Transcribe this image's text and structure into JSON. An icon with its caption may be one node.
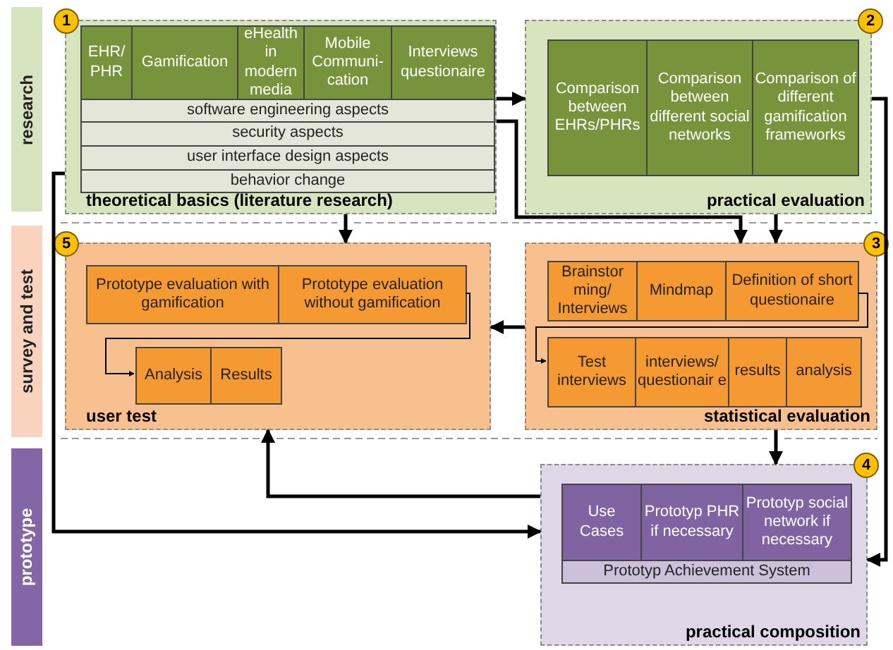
{
  "diagram": {
    "nodes": [
      {
        "text": [
          "research"
        ]
      },
      {
        "text": [
          "survey and test"
        ]
      },
      {
        "text": [
          "prototype"
        ]
      },
      {
        "text": [
          "1",
          "theoretical basics (literature research)"
        ]
      },
      {
        "text": [
          "EHR/ PHR"
        ],
        "in": 3
      },
      {
        "text": [
          "Gamification"
        ],
        "in": 3
      },
      {
        "text": [
          "eHealth in modern media"
        ],
        "in": 3
      },
      {
        "text": [
          "Mobile Communi- cation"
        ],
        "in": 3
      },
      {
        "text": [
          "Interviews questionaire"
        ],
        "in": 3
      },
      {
        "text": [
          "software engineering aspects"
        ],
        "in": 3
      },
      {
        "text": [
          "security aspects"
        ],
        "in": 3
      },
      {
        "text": [
          "user interface design aspects"
        ],
        "in": 3
      },
      {
        "text": [
          "behavior change"
        ],
        "in": 3
      },
      {
        "text": [
          "2",
          "practical evaluation"
        ]
      },
      {
        "text": [
          "Comparison between EHRs/PHRs"
        ],
        "in": 13
      },
      {
        "text": [
          "Comparison between different social networks"
        ],
        "in": 13
      },
      {
        "text": [
          "Comparison of different gamification frameworks"
        ],
        "in": 13
      },
      {
        "text": [
          "5",
          "user test"
        ]
      },
      {
        "text": [
          "Prototype evaluation with gamification"
        ],
        "in": 17
      },
      {
        "text": [
          "Prototype evaluation without gamification"
        ],
        "in": 17
      },
      {
        "text": [
          "Analysis"
        ],
        "in": 17
      },
      {
        "text": [
          "Results"
        ],
        "in": 17
      },
      {
        "text": [
          "3",
          "statistical evaluation"
        ]
      },
      {
        "text": [
          "Brainstor ming/ Interviews"
        ],
        "in": 22
      },
      {
        "text": [
          "Mindmap"
        ],
        "in": 22
      },
      {
        "text": [
          "Definition of short questionaire"
        ],
        "in": 22
      },
      {
        "text": [
          "Test interviews"
        ],
        "in": 22
      },
      {
        "text": [
          "interviews/ questionair e"
        ],
        "in": 22
      },
      {
        "text": [
          "results"
        ],
        "in": 22
      },
      {
        "text": [
          "analysis"
        ],
        "in": 22
      },
      {
        "text": [
          "4",
          "practical composition"
        ]
      },
      {
        "text": [
          "Use Cases"
        ],
        "in": 30
      },
      {
        "text": [
          "Prototyp PHR if necessary"
        ],
        "in": 30
      },
      {
        "text": [
          "Prototyp social network if necessary"
        ],
        "in": 30
      },
      {
        "text": [
          "Prototyp Achievement System"
        ],
        "in": 30
      }
    ],
    "edges": [
      {
        "from": 3,
        "to": 13,
        "arrow": "to"
      },
      {
        "from": 13,
        "to": 30,
        "arrow": "to"
      },
      {
        "from": 3,
        "to": 22,
        "arrow": "to"
      },
      {
        "from": 13,
        "to": 22,
        "arrow": "to"
      },
      {
        "from": 22,
        "to": 17,
        "arrow": "to"
      },
      {
        "from": 3,
        "to": 30,
        "arrow": "to"
      },
      {
        "from": 30,
        "to": 17,
        "arrow": "to"
      },
      {
        "from": 22,
        "to": 30,
        "arrow": "to"
      },
      {
        "from": 3,
        "to": 17,
        "arrow": "to"
      },
      {
        "from": 19,
        "to": 20,
        "arrow": "to"
      },
      {
        "from": 25,
        "to": 26,
        "arrow": "to"
      }
    ]
  }
}
